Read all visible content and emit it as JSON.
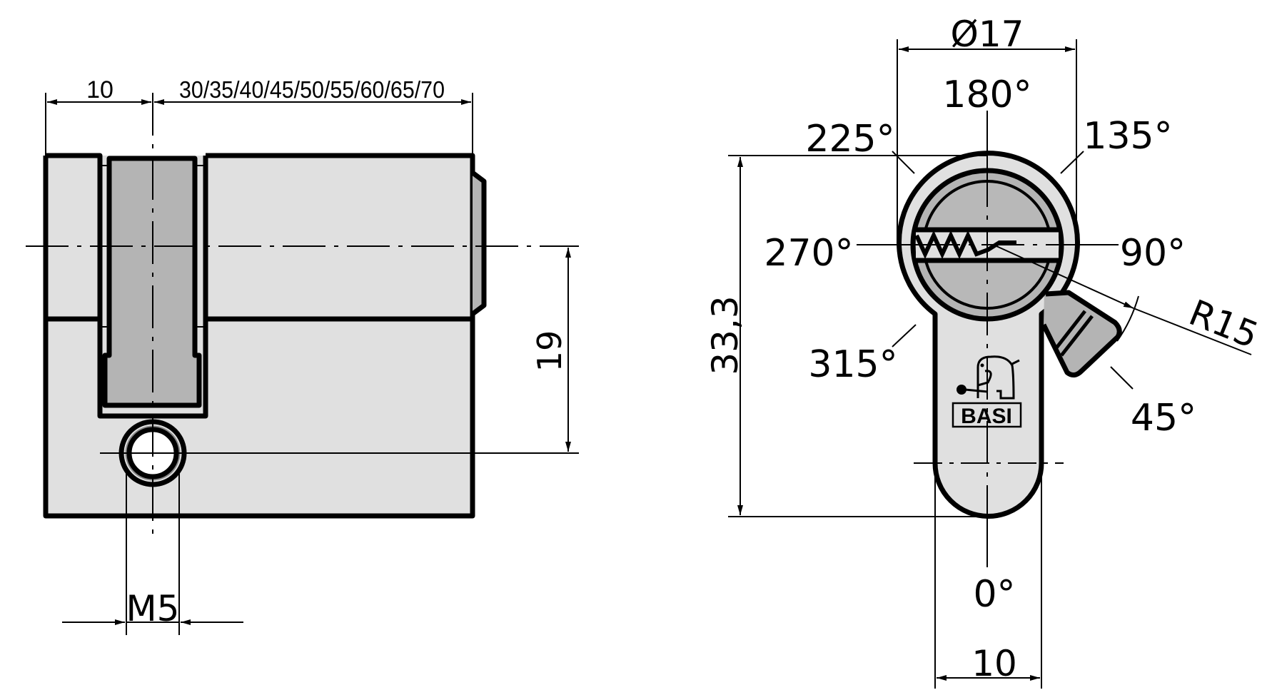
{
  "title": "BASI half profile cylinder technical drawing",
  "colors": {
    "line": "#000000",
    "body_fill": "#e0e0e0",
    "cam_fill": "#b4b4b4",
    "background": "#ffffff"
  },
  "side_view": {
    "dim_front_length": "10",
    "dim_lengths": "30/35/40/45/50/55/60/65/70",
    "dim_center_distance": "19",
    "dim_screw_thread": "M5"
  },
  "front_view": {
    "dim_diameter": "Ø17",
    "dim_height": "33,3",
    "dim_bottom_width": "10",
    "dim_cam_radius": "R15",
    "angles": {
      "a0": "0°",
      "a45": "45°",
      "a90": "90°",
      "a135": "135°",
      "a180": "180°",
      "a225": "225°",
      "a270": "270°",
      "a315": "315°"
    },
    "brand_logo_text": "BASI"
  }
}
